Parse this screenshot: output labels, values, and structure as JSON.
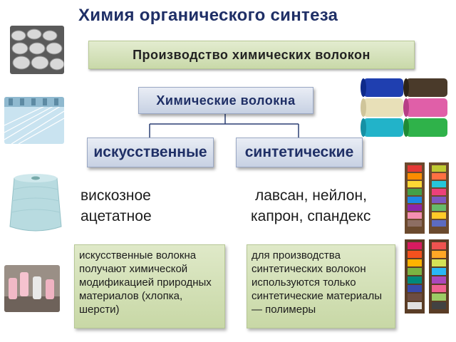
{
  "title": "Химия органического синтеза",
  "banner": "Производство химических волокон",
  "diagram": {
    "root": "Химические волокна",
    "branches": [
      {
        "label": "искусственные",
        "examples": [
          "вискозное",
          "ацетатное"
        ],
        "note": "искусственные волокна получают химической модификацией природных материалов (хлопка, шерсти)"
      },
      {
        "label": "синтетические",
        "examples": [
          "лавсан, нейлон,",
          "капрон, спандекс"
        ],
        "note": "для производства синтетических волокон используются только синтетические материалы — полимеры"
      }
    ]
  },
  "colors": {
    "title": "#1f2f66",
    "banner_fill": "#d4e2b8",
    "box_fill": "#dbe2ee",
    "connector": "#2b3f73"
  },
  "images": [
    "spools-photo",
    "textile-machine-photo",
    "yarn-cone-photo",
    "bobbins-photo",
    "colored-spools-photo",
    "thread-rack-photo",
    "thread-rack-photo-2"
  ]
}
